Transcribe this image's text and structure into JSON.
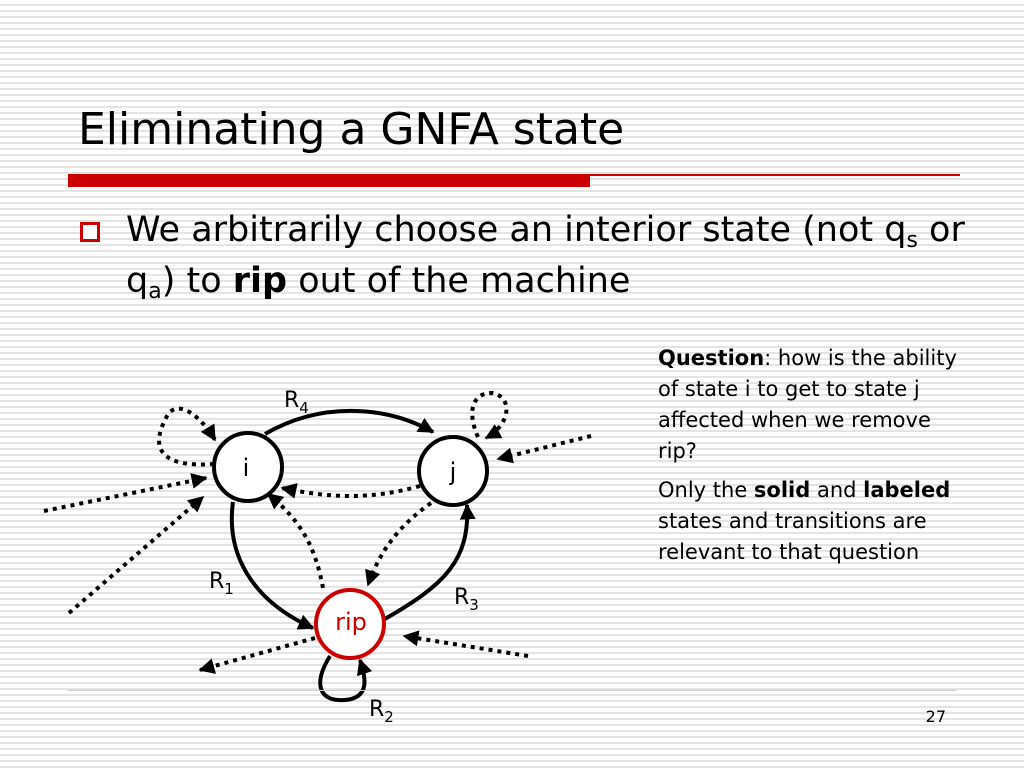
{
  "slide": {
    "title": "Eliminating a GNFA state",
    "bullet": {
      "part1": "We arbitrarily choose an interior state (not q",
      "sub_s": "s",
      "part2": " or q",
      "sub_a": "a",
      "part3": ") to ",
      "bold": "rip",
      "part4": " out of the machine"
    },
    "note": {
      "q_bold": "Question",
      "q_text": ": how is the ability of state i to get to state j affected when we remove rip?",
      "a_part1": "Only the ",
      "a_bold1": "solid",
      "a_part2": " and ",
      "a_bold2": "labeled",
      "a_part3": " states and transitions are relevant to that question"
    },
    "page_number": "27"
  },
  "diagram": {
    "nodes": {
      "i": "i",
      "j": "j",
      "rip": "rip"
    },
    "edges": {
      "r4": {
        "letter": "R",
        "sub": "4"
      },
      "r1": {
        "letter": "R",
        "sub": "1"
      },
      "r2": {
        "letter": "R",
        "sub": "2"
      },
      "r3": {
        "letter": "R",
        "sub": "3"
      }
    },
    "colors": {
      "accent": "#cc0000",
      "ink": "#000000"
    }
  }
}
